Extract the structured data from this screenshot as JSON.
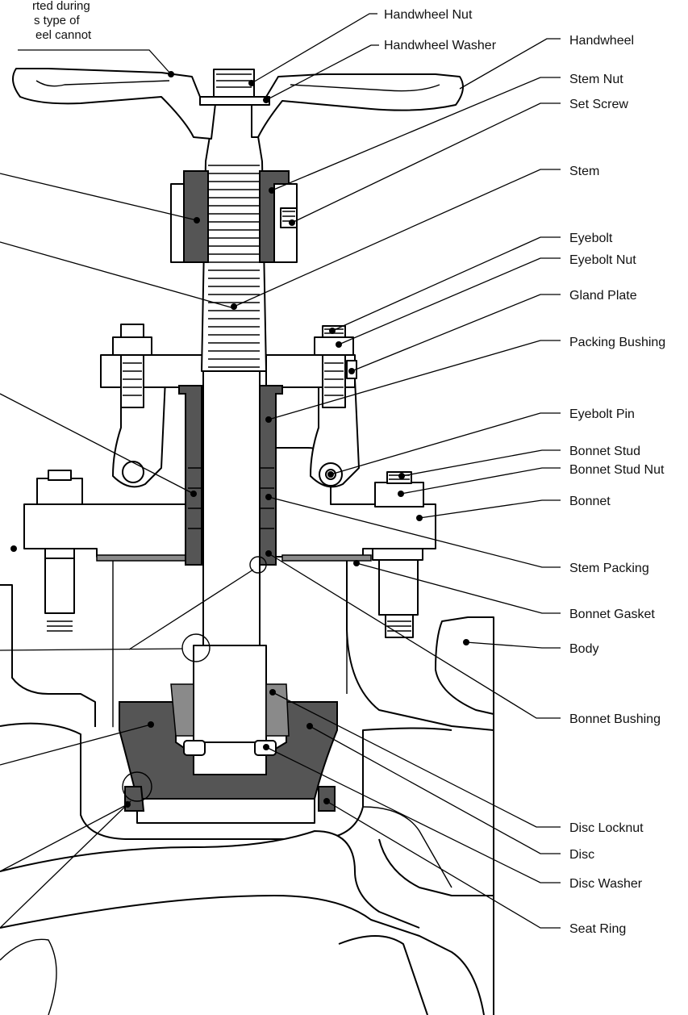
{
  "note_lines": [
    "rted during",
    "s type of",
    "eel cannot"
  ],
  "labels": {
    "handwheel_nut": "Handwheel Nut",
    "handwheel_washer": "Handwheel Washer",
    "handwheel": "Handwheel",
    "stem_nut": "Stem Nut",
    "set_screw": "Set Screw",
    "stem": "Stem",
    "eyebolt": "Eyebolt",
    "eyebolt_nut": "Eyebolt Nut",
    "gland_plate": "Gland Plate",
    "packing_bushing": "Packing Bushing",
    "eyebolt_pin": "Eyebolt Pin",
    "bonnet_stud": "Bonnet Stud",
    "bonnet_stud_nut": "Bonnet Stud Nut",
    "bonnet": "Bonnet",
    "stem_packing": "Stem Packing",
    "bonnet_gasket": "Bonnet Gasket",
    "body": "Body",
    "bonnet_bushing": "Bonnet Bushing",
    "disc_locknut": "Disc Locknut",
    "disc": "Disc",
    "disc_washer": "Disc Washer",
    "seat_ring": "Seat Ring"
  }
}
